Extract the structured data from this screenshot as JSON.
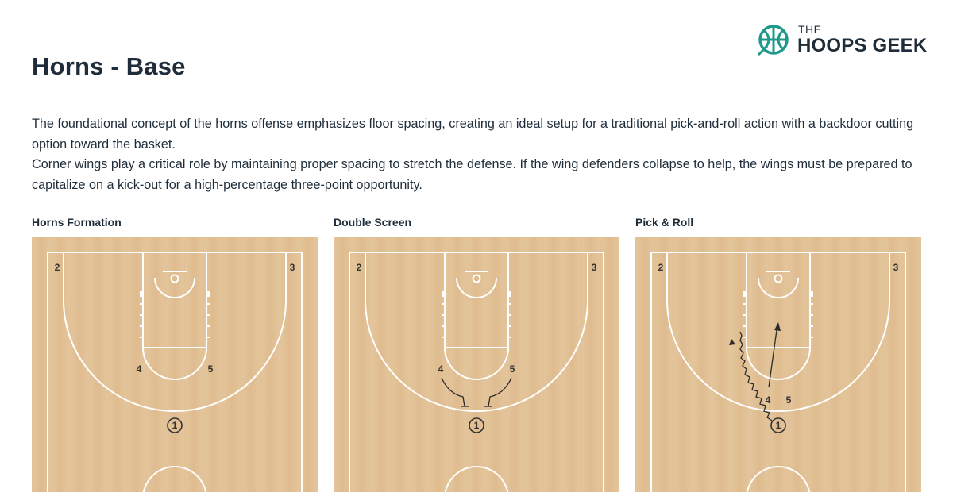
{
  "header": {
    "title": "Horns - Base",
    "logo_small": "THE",
    "logo_big": "HOOPS GEEK",
    "logo_color": "#1f9a8a"
  },
  "description": {
    "paragraph_1": "The foundational concept of the horns offense emphasizes floor spacing, creating an ideal setup for a traditional pick-and-roll action with a backdoor cutting option toward the basket.",
    "paragraph_2": "Corner wings play a critical role by maintaining proper spacing to stretch the defense. If the wing defenders collapse to help, the wings must be prepared to capitalize on a kick-out for a high-percentage three-point opportunity."
  },
  "colors": {
    "court_wood": "#e2c196",
    "court_lines": "#ffffff",
    "text_dark": "#1f2d3a"
  },
  "diagrams": [
    {
      "title": "Horns Formation",
      "players": {
        "p1": "1",
        "p2": "2",
        "p3": "3",
        "p4": "4",
        "p5": "5"
      }
    },
    {
      "title": "Double Screen",
      "players": {
        "p1": "1",
        "p2": "2",
        "p3": "3",
        "p4": "4",
        "p5": "5"
      },
      "actions": [
        "screen-4",
        "screen-5"
      ]
    },
    {
      "title": "Pick & Roll",
      "players": {
        "p1": "1",
        "p2": "2",
        "p3": "3",
        "p4": "4",
        "p5": "5"
      },
      "actions": [
        "dribble-1",
        "roll-4"
      ]
    }
  ]
}
